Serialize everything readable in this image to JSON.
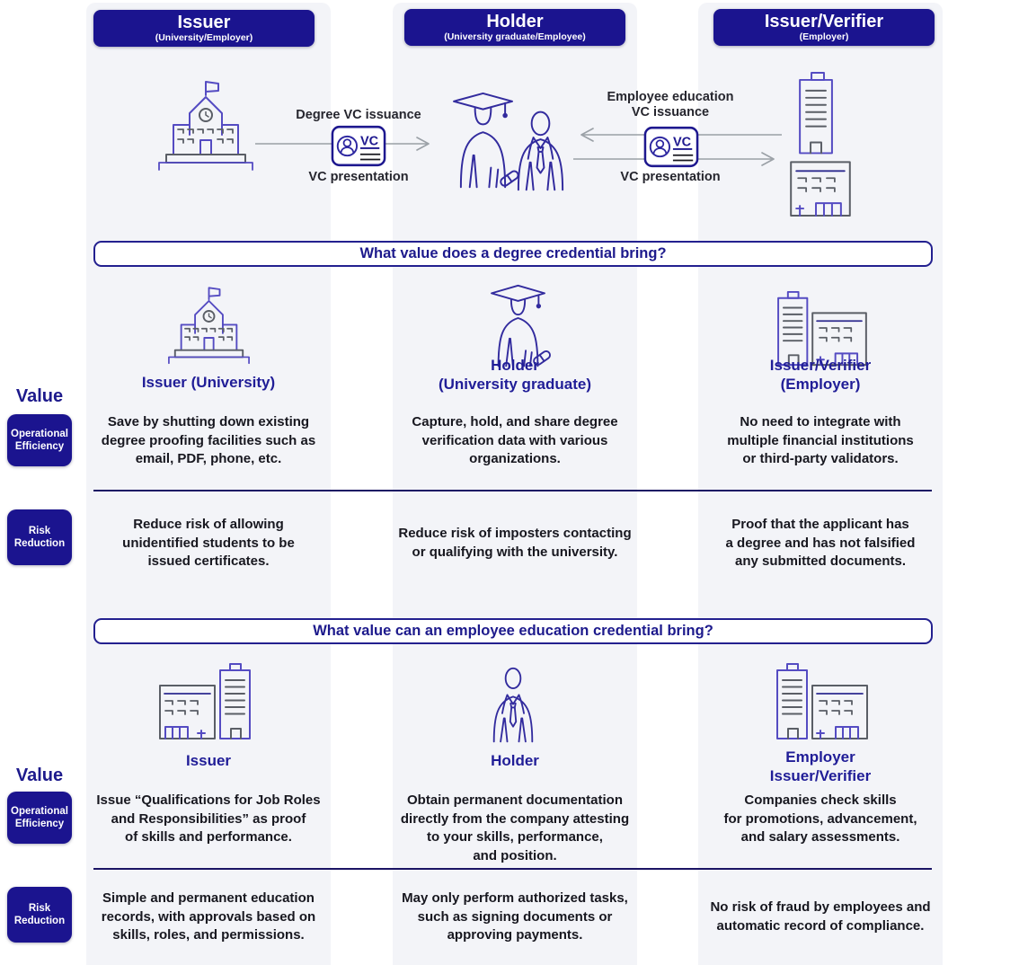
{
  "colors": {
    "navy_badge": "#1b148f",
    "heading_blue": "#201d97",
    "body_text": "#17171f",
    "panel_bg": "#f3f4f8",
    "arrow_gray": "#9aa0a6",
    "icon_purple": "#544bc2",
    "icon_navy": "#322b9e",
    "icon_gray": "#5a5e66",
    "divider_navy": "#1b1464"
  },
  "top": {
    "actors": [
      {
        "title": "Issuer",
        "subtitle": "(University/Employer)",
        "icon": "university-icon"
      },
      {
        "title": "Holder",
        "subtitle": "(University graduate/Employee)",
        "icon": "graduate-and-employee-icon"
      },
      {
        "title": "Issuer/Verifier",
        "subtitle": "(Employer)",
        "icon": "office-buildings-stack-icon"
      }
    ],
    "left_flow": {
      "top_label": "Degree VC issuance",
      "bottom_label": "VC presentation",
      "card_label": "VC",
      "icon": "vc-credential-card-icon"
    },
    "right_flow": {
      "top_label": "Employee education\nVC issuance",
      "bottom_label": "VC presentation",
      "card_label": "VC",
      "icon": "vc-credential-card-icon"
    }
  },
  "sidebar": {
    "value_label": "Value",
    "badges": [
      "Operational\nEfficiency",
      "Risk\nReduction"
    ]
  },
  "sections": [
    {
      "banner": "What value does a degree credential bring?",
      "columns": [
        {
          "icon": "university-icon",
          "heading": "Issuer (University)",
          "operational_efficiency": "Save by shutting down existing\ndegree proofing facilities such as\nemail, PDF, phone, etc.",
          "risk_reduction": "Reduce risk of allowing\nunidentified students to be\nissued certificates."
        },
        {
          "icon": "graduate-icon",
          "heading": "Holder\n(University graduate)",
          "operational_efficiency": "Capture, hold, and share degree\nverification data with various\norganizations.",
          "risk_reduction": "Reduce risk of imposters contacting\nor qualifying with the university."
        },
        {
          "icon": "office-buildings-icon",
          "heading": "Issuer/Verifier\n(Employer)",
          "operational_efficiency": "No need to integrate with\nmultiple financial institutions\nor third-party validators.",
          "risk_reduction": "Proof that the applicant has\na degree and has not falsified\nany submitted documents."
        }
      ]
    },
    {
      "banner": "What value can an employee education credential bring?",
      "columns": [
        {
          "icon": "office-buildings-icon",
          "heading": "Issuer",
          "operational_efficiency": "Issue “Qualifications for Job Roles\nand Responsibilities” as proof\nof skills and performance.",
          "risk_reduction": "Simple and permanent education\nrecords, with approvals based on\nskills, roles, and permissions."
        },
        {
          "icon": "employee-icon",
          "heading": "Holder",
          "operational_efficiency": "Obtain permanent documentation\ndirectly from the company attesting\nto your skills, performance,\nand position.",
          "risk_reduction": "May only perform authorized tasks,\nsuch as signing documents or\napproving payments."
        },
        {
          "icon": "office-buildings-icon",
          "heading": "Employer\nIssuer/Verifier",
          "operational_efficiency": "Companies check skills\nfor promotions, advancement,\nand salary assessments.",
          "risk_reduction": "No risk of fraud by employees and\nautomatic record of compliance."
        }
      ]
    }
  ]
}
